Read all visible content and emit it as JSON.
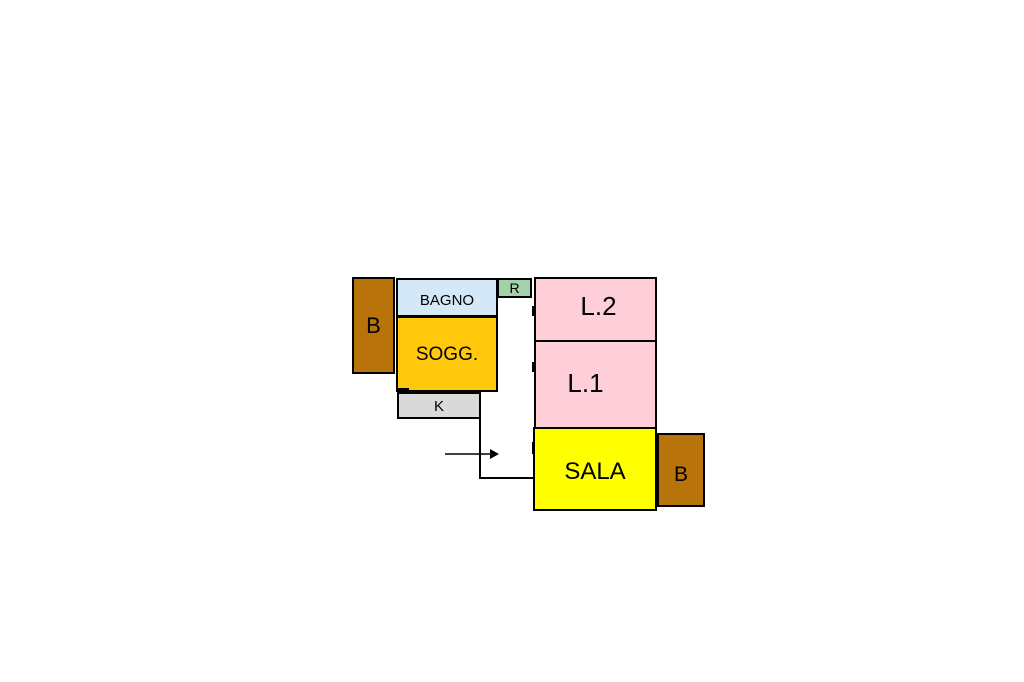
{
  "rooms": {
    "balcony_left": {
      "label": "B",
      "color": "#b8730b"
    },
    "bagno": {
      "label": "BAGNO",
      "color": "#d4e8f7"
    },
    "ripostiglio": {
      "label": "R",
      "color": "#a3d1a8"
    },
    "soggiorno": {
      "label": "SOGG.",
      "color": "#ffc80a"
    },
    "cucina": {
      "label": "K",
      "color": "#d9d9d9"
    },
    "letto_2": {
      "label": "L.2",
      "color": "#ffcfd9"
    },
    "letto_1": {
      "label": "L.1",
      "color": "#ffcfd9"
    },
    "sala": {
      "label": "SALA",
      "color": "#ffff00"
    },
    "balcony_right": {
      "label": "B",
      "color": "#b8730b"
    }
  },
  "entrance": {
    "icon": "entrance-arrow-icon"
  }
}
